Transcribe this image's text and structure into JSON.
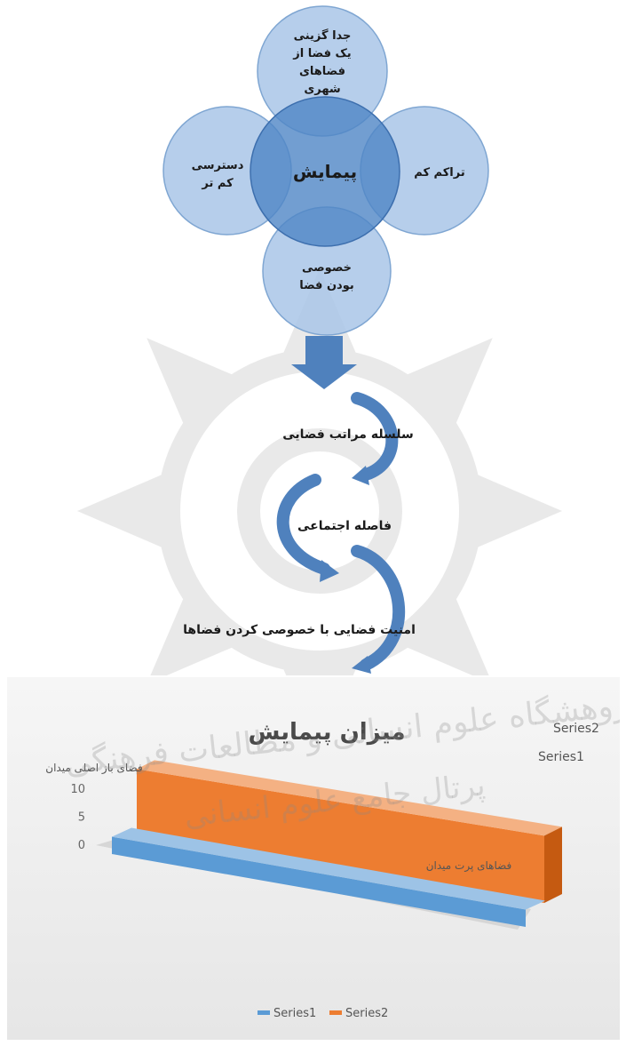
{
  "venn": {
    "center": "پیمایش",
    "top": [
      "جدا گزینی",
      "یک فضا از",
      "فضاهای",
      "شهری"
    ],
    "left": [
      "دسترسی",
      "کم تر"
    ],
    "right": [
      "تراکم کم"
    ],
    "bottom": [
      "خصوصی",
      "بودن فضا"
    ]
  },
  "flow": {
    "steps": [
      "سلسله مراتب فضایی",
      "فاصله اجتماعی",
      "امنیت فضایی با خصوصی کردن فضاها"
    ]
  },
  "watermark": {
    "line1": "پژوهشگاه علوم انسانی و مطالعات فرهنگی",
    "line2": "پرتال جامع علوم انسانی"
  },
  "colors": {
    "circle_light": "#a9c6e8",
    "circle_center": "#4f86c6",
    "arrow": "#4f81bd",
    "series1": "#5b9bd5",
    "series2": "#ed7d31"
  },
  "chart_data": {
    "type": "bar",
    "title": "میزان پیمایش",
    "categories": [
      "فضای باز اصلی میدان",
      "فضاهای پرت میدان"
    ],
    "series": [
      {
        "name": "Series1",
        "values": [
          1.5,
          1.5
        ]
      },
      {
        "name": "Series2",
        "values": [
          12,
          12
        ]
      }
    ],
    "y_ticks": [
      "0",
      "5",
      "10"
    ],
    "ylim": [
      0,
      12
    ],
    "legend": [
      "Series1",
      "Series2"
    ],
    "legend_position": "bottom"
  }
}
